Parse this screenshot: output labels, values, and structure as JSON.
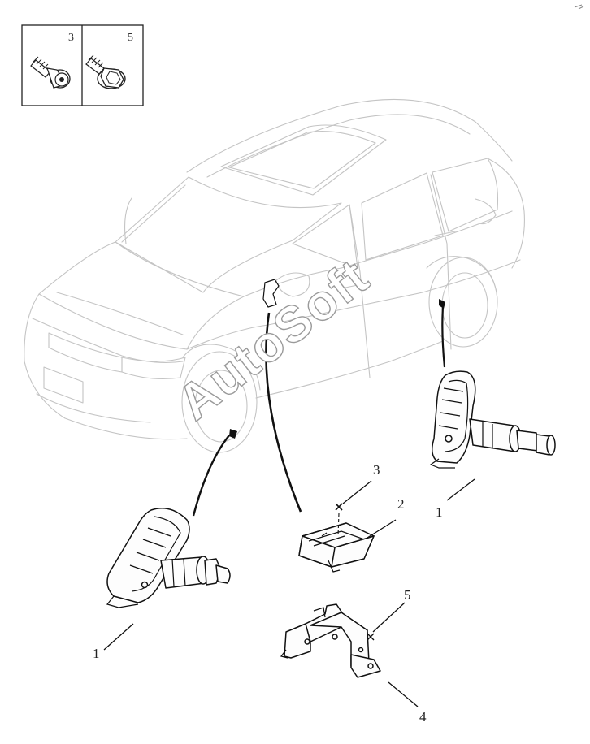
{
  "watermark": "AutoSoft",
  "legend": {
    "cells": [
      {
        "number": "3",
        "icon": "socket-head-bolt-icon"
      },
      {
        "number": "5",
        "icon": "flange-head-bolt-icon"
      }
    ]
  },
  "callouts": {
    "sensor_right": "1",
    "sensor_left": "1",
    "module": "2",
    "module_bolt": "3",
    "bracket": "4",
    "bracket_bolt": "5"
  },
  "colors": {
    "line": "#111111",
    "car_outline": "#c4c4c4",
    "watermark_stroke": "#9a9a9a"
  }
}
